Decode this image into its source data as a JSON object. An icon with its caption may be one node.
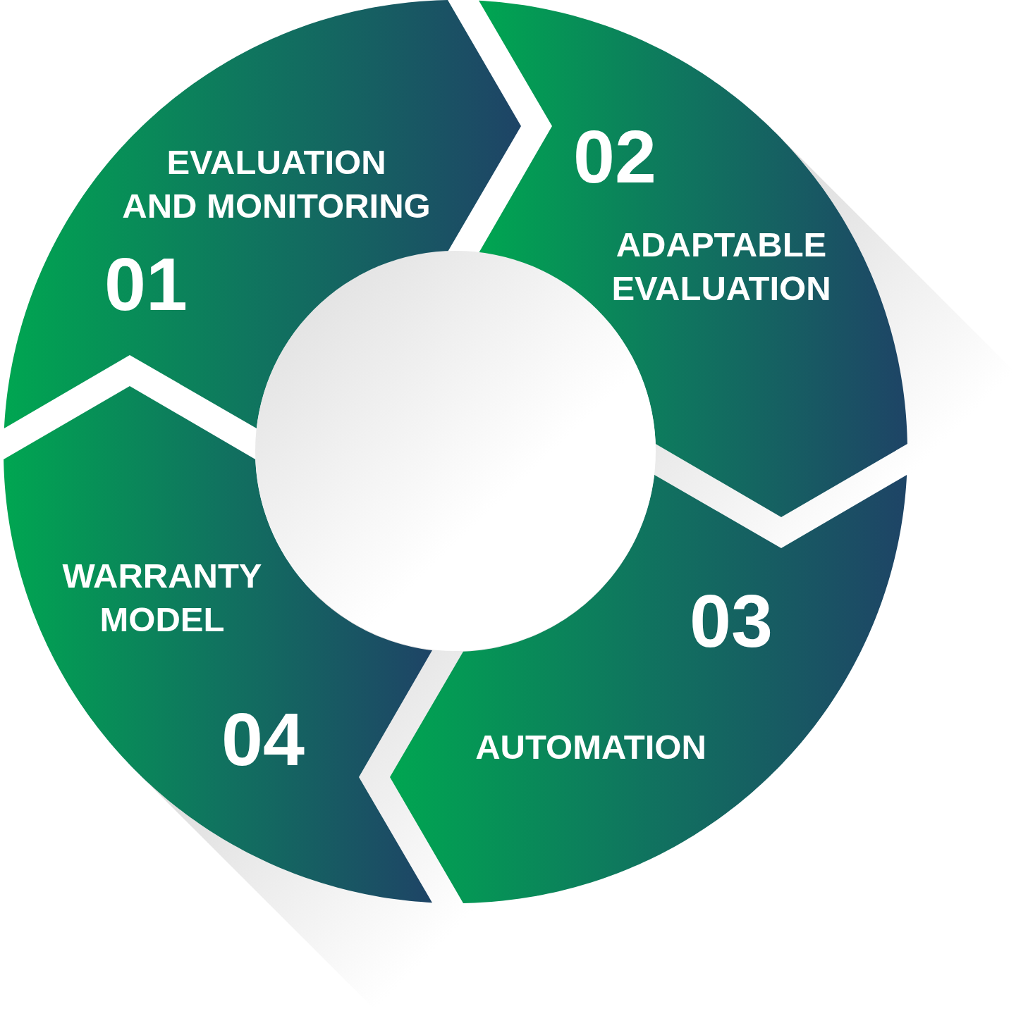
{
  "diagram": {
    "nodes": [
      {
        "text": [
          "EVALUATION AND MONITORING",
          "01"
        ]
      },
      {
        "text": [
          "02",
          "ADAPTABLE EVALUATION"
        ]
      },
      {
        "text": [
          "03",
          "AUTOMATION"
        ]
      },
      {
        "text": [
          "WARRANTY MODEL",
          "04"
        ]
      },
      {
        "text": [],
        "shape": "circle"
      }
    ]
  }
}
